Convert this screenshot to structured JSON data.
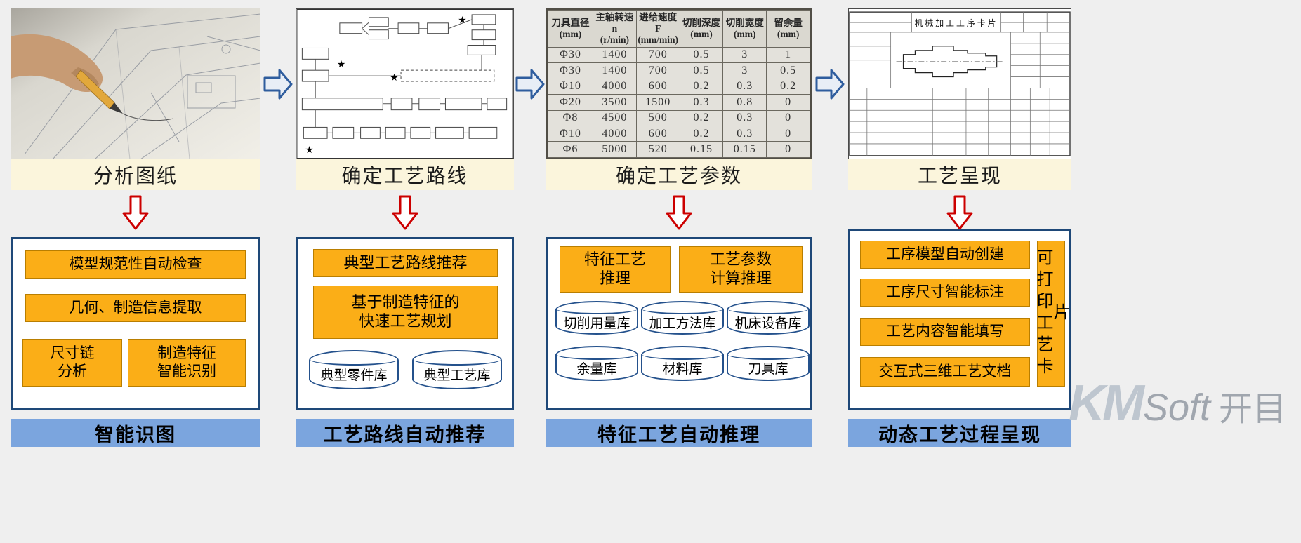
{
  "colors": {
    "background": "#EFEFEF",
    "orange_box": "#FBAE17",
    "blue_border": "#1E4878",
    "bottom_bar_blue": "#7BA5DE",
    "title_cream": "#FBF5DC",
    "red_arrow": "#CC0000",
    "flow_arrow_blue": "#2F5D9E"
  },
  "icons": {
    "flow_arrow": "right-arrow",
    "step_arrow": "down-arrow"
  },
  "watermark": {
    "km": "KM",
    "soft": "Soft",
    "cn": "开目"
  },
  "columns": [
    {
      "id": "analyze-drawing",
      "step_title": "分析图纸",
      "bottom_label": "智能识图",
      "boxes": [
        "模型规范性自动检查",
        "几何、制造信息提取",
        "尺寸链\n分析",
        "制造特征\n智能识别"
      ]
    },
    {
      "id": "process-route",
      "step_title": "确定工艺路线",
      "bottom_label": "工艺路线自动推荐",
      "boxes": [
        "典型工艺路线推荐",
        "基于制造特征的\n快速工艺规划"
      ],
      "cylinders": [
        "典型零件库",
        "典型工艺库"
      ]
    },
    {
      "id": "process-params",
      "step_title": "确定工艺参数",
      "bottom_label": "特征工艺自动推理",
      "boxes": [
        "特征工艺\n推理",
        "工艺参数\n计算推理"
      ],
      "cylinders_row1": [
        "切削用量库",
        "加工方法库",
        "机床设备库"
      ],
      "cylinders_row2": [
        "余量库",
        "材料库",
        "刀具库"
      ],
      "param_table": {
        "headers": [
          "刀具直径\n(mm)",
          "主轴转速 n\n(r/min)",
          "进给速度 F\n(mm/min)",
          "切削深度\n(mm)",
          "切削宽度\n(mm)",
          "留余量\n(mm)"
        ],
        "rows": [
          [
            "Φ30",
            "1400",
            "700",
            "0.5",
            "3",
            "1"
          ],
          [
            "Φ30",
            "1400",
            "700",
            "0.5",
            "3",
            "0.5"
          ],
          [
            "Φ10",
            "4000",
            "600",
            "0.2",
            "0.3",
            "0.2"
          ],
          [
            "Φ20",
            "3500",
            "1500",
            "0.3",
            "0.8",
            "0"
          ],
          [
            "Φ8",
            "4500",
            "500",
            "0.2",
            "0.3",
            "0"
          ],
          [
            "Φ10",
            "4000",
            "600",
            "0.2",
            "0.3",
            "0"
          ],
          [
            "Φ6",
            "5000",
            "520",
            "0.15",
            "0.15",
            "0"
          ]
        ]
      }
    },
    {
      "id": "process-presentation",
      "step_title": "工艺呈现",
      "bottom_label": "动态工艺过程呈现",
      "boxes": [
        "工序模型自动创建",
        "工序尺寸智能标注",
        "工艺内容智能填写",
        "交互式三维工艺文档"
      ],
      "side_box": "可打印工艺卡片",
      "card_title": "机械加工工序卡片"
    }
  ]
}
